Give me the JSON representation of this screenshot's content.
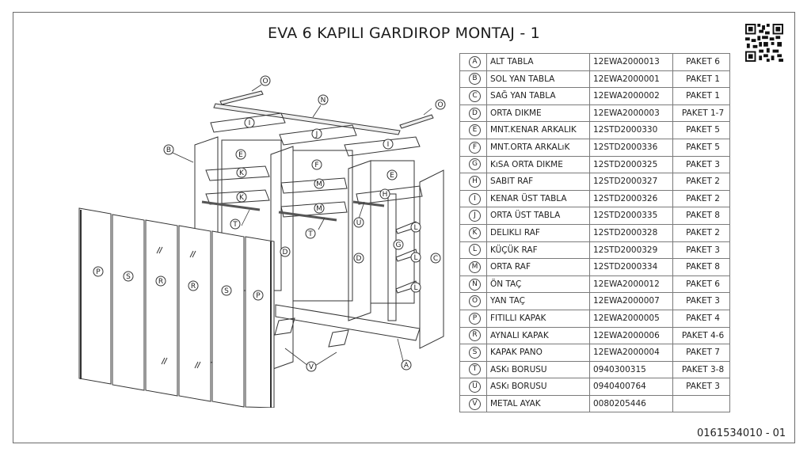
{
  "title": "EVA 6 KAPILI GARDIROP MONTAJ - 1",
  "document_number": "0161534010 - 01",
  "qr_code": "qr-code-icon",
  "parts": [
    {
      "key": "A",
      "name": "ALT TABLA",
      "code": "12EWA2000013",
      "package": "PAKET 6"
    },
    {
      "key": "B",
      "name": "SOL YAN TABLA",
      "code": "12EWA2000001",
      "package": "PAKET 1"
    },
    {
      "key": "C",
      "name": "SAĞ YAN TABLA",
      "code": "12EWA2000002",
      "package": "PAKET 1"
    },
    {
      "key": "D",
      "name": "ORTA DIKME",
      "code": "12EWA2000003",
      "package": "PAKET 1-7"
    },
    {
      "key": "E",
      "name": "MNT.KENAR ARKALIK",
      "code": "12STD2000330",
      "package": "PAKET 5"
    },
    {
      "key": "F",
      "name": "MNT.ORTA ARKALıK",
      "code": "12STD2000336",
      "package": "PAKET 5"
    },
    {
      "key": "G",
      "name": "KıSA ORTA DIKME",
      "code": "12STD2000325",
      "package": "PAKET 3"
    },
    {
      "key": "H",
      "name": "SABIT RAF",
      "code": "12STD2000327",
      "package": "PAKET 2"
    },
    {
      "key": "I",
      "name": "KENAR ÜST TABLA",
      "code": "12STD2000326",
      "package": "PAKET 2"
    },
    {
      "key": "J",
      "name": "ORTA ÜST TABLA",
      "code": "12STD2000335",
      "package": "PAKET 8"
    },
    {
      "key": "K",
      "name": "DELIKLI RAF",
      "code": "12STD2000328",
      "package": "PAKET 2"
    },
    {
      "key": "L",
      "name": "KÜÇÜK RAF",
      "code": "12STD2000329",
      "package": "PAKET 3"
    },
    {
      "key": "M",
      "name": "ORTA RAF",
      "code": "12STD2000334",
      "package": "PAKET 8"
    },
    {
      "key": "N",
      "name": "ÖN TAÇ",
      "code": "12EWA2000012",
      "package": "PAKET 6"
    },
    {
      "key": "O",
      "name": "YAN TAÇ",
      "code": "12EWA2000007",
      "package": "PAKET 3"
    },
    {
      "key": "P",
      "name": "FITILLI KAPAK",
      "code": "12EWA2000005",
      "package": "PAKET 4"
    },
    {
      "key": "R",
      "name": "AYNALI KAPAK",
      "code": "12EWA2000006",
      "package": "PAKET 4-6"
    },
    {
      "key": "S",
      "name": "KAPAK PANO",
      "code": "12EWA2000004",
      "package": "PAKET 7"
    },
    {
      "key": "T",
      "name": "ASKı BORUSU",
      "code": "0940300315",
      "package": "PAKET 3-8"
    },
    {
      "key": "U",
      "name": "ASKı BORUSU",
      "code": "0940400764",
      "package": "PAKET 3"
    },
    {
      "key": "V",
      "name": "METAL AYAK",
      "code": "0080205446",
      "package": ""
    }
  ],
  "drawing_labels": {
    "O1": "O",
    "O2": "O",
    "N": "N",
    "I1": "I",
    "J": "J",
    "I2": "I",
    "B": "B",
    "E1": "E",
    "F": "F",
    "E2": "E",
    "K1": "K",
    "K2": "K",
    "M1": "M",
    "M2": "M",
    "H": "H",
    "T1": "T",
    "T2": "T",
    "U": "U",
    "L1": "L",
    "L2": "L",
    "L3": "L",
    "G": "G",
    "C": "C",
    "D1": "D",
    "D2": "D",
    "P1": "P",
    "S1": "S",
    "R1": "R",
    "R2": "R",
    "S2": "S",
    "P2": "P",
    "V": "V",
    "A": "A"
  }
}
